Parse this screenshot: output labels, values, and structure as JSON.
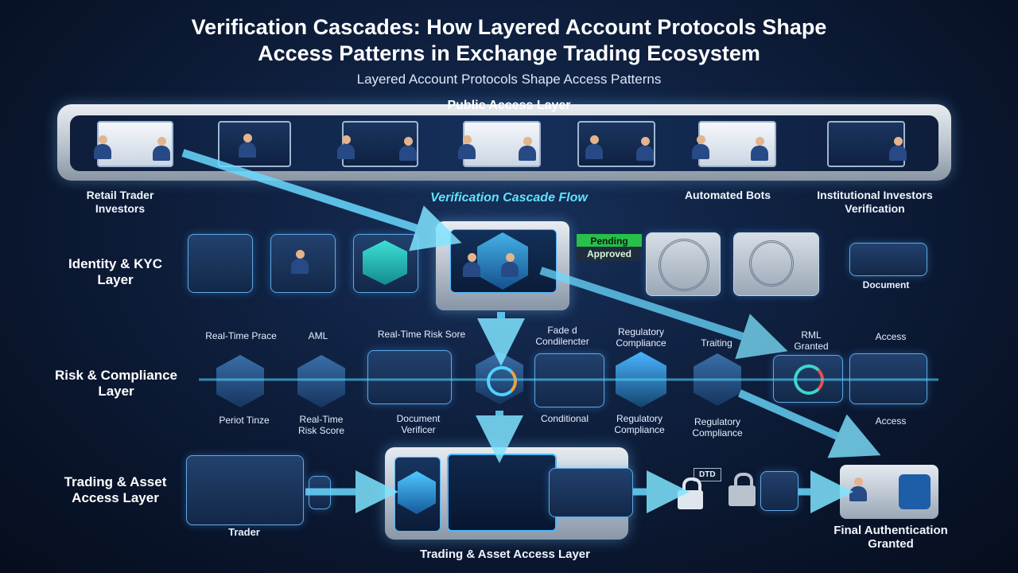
{
  "title_line1": "Verification Cascades: How Layered Account Protocols Shape",
  "title_line2": "Access Patterns in Exchange Trading Ecosystem",
  "subtitle": "Layered Account Protocols Shape Access Patterns",
  "public_layer": {
    "label": "Public Access Layer"
  },
  "labels": {
    "retail": "Retail Trader\nInvestors",
    "flow": "Verification Cascade Flow",
    "bots": "Automated Bots",
    "institutional": "Institutional Investors\nVerification"
  },
  "identity_layer": {
    "label": "Identity & KYC\nLayer",
    "badge_pending": "Pending",
    "badge_approved": "Approved",
    "document": "Document"
  },
  "risk_layer": {
    "label": "Risk & Compliance\nLayer",
    "top_labels": {
      "rt_price": "Real-Time Prace",
      "aml": "AML",
      "rt_risk": "Real-Time Risk Sore",
      "fade": "Fade d\nCondilencter",
      "reg": "Regulatory\nCompliance",
      "trading": "Traiting",
      "rml": "RML\nGranted",
      "access": "Access"
    },
    "bottom_labels": {
      "period": "Periot Tinze",
      "rt_risk": "Real-Time\nRisk Score",
      "doc": "Document\nVerificer",
      "cond": "Conditional",
      "reg1": "Regulatory\nCompliance",
      "reg2": "Regulatory\nCompliance",
      "access": "Access"
    }
  },
  "trading_layer": {
    "label": "Trading & Asset\nAccess Layer",
    "trader": "Trader",
    "bottom": "Trading & Asset Access Layer",
    "lock_tag": "DTD",
    "final": "Final Authentication\nGranted"
  },
  "icons": [
    "person-icon",
    "shield-icon",
    "fingerprint-icon",
    "lock-icon",
    "chart-icon",
    "gauge-icon"
  ],
  "colors": {
    "accent": "#4fd3ff",
    "pending": "#27c04b",
    "approved": "#1f2d3f",
    "background": "#0c1a35"
  }
}
